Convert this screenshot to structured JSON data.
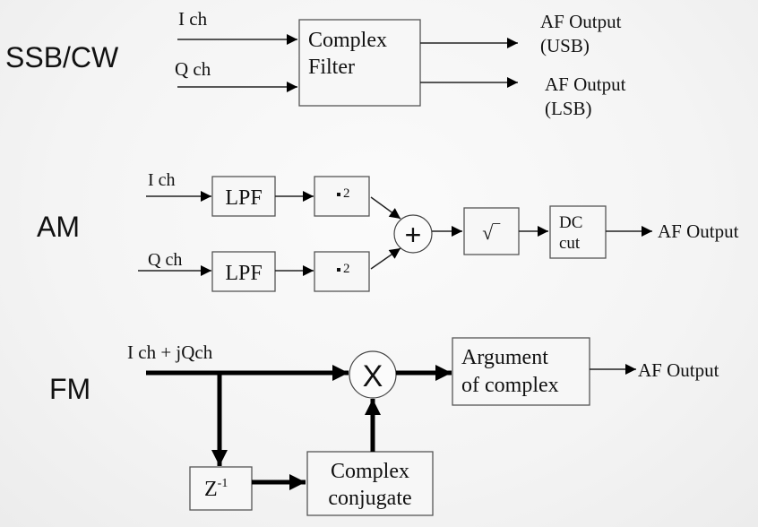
{
  "sections": {
    "ssb": {
      "title": "SSB/CW",
      "input_i": "I ch",
      "input_q": "Q ch",
      "filter_line1": "Complex",
      "filter_line2": "Filter",
      "out_usb_line1": "AF Output",
      "out_usb_line2": "(USB)",
      "out_lsb_line1": "AF Output",
      "out_lsb_line2": "(LSB)"
    },
    "am": {
      "title": "AM",
      "input_i": "I ch",
      "input_q": "Q ch",
      "lpf_label": "LPF",
      "square_label": "2",
      "adder_symbol": "+",
      "sqrt_symbol": "√‾",
      "dccut_line1": "DC",
      "dccut_line2": "cut",
      "output": "AF Output"
    },
    "fm": {
      "title": "FM",
      "input": "I ch +  jQch",
      "multiplier_symbol": "X",
      "argument_line1": "Argument",
      "argument_line2": "of complex",
      "delay_base": "Z",
      "delay_exp": "-1",
      "conj_line1": "Complex",
      "conj_line2": "conjugate",
      "output": "AF Output"
    }
  }
}
